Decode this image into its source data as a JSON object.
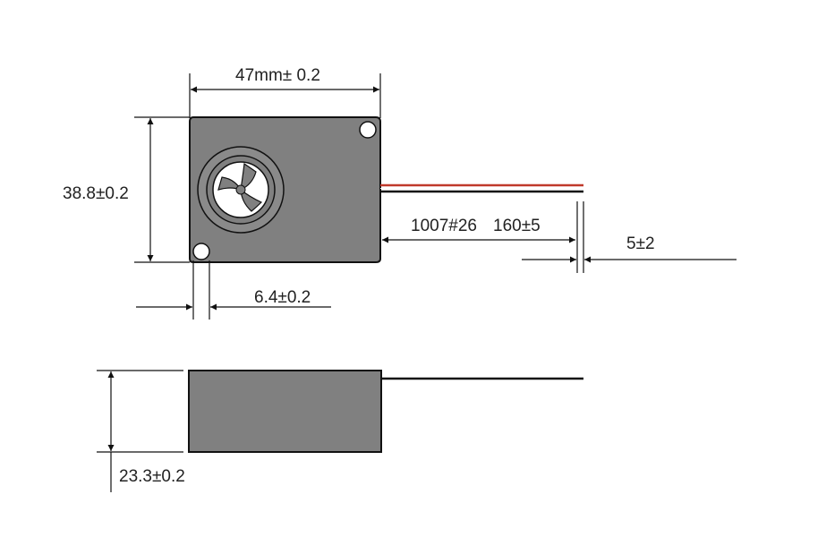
{
  "dimensions": {
    "width_label": "47mm± 0.2",
    "height_label": "38.8±0.2",
    "hole_offset_label": "6.4±0.2",
    "wire_spec_label": "1007#26",
    "wire_length_label": "160±5",
    "wire_strip_label": "5±2",
    "depth_label": "23.3±0.2"
  },
  "colors": {
    "body_fill": "#808080",
    "line": "#111111",
    "wire_red": "#c0392b",
    "wire_black": "#111111"
  }
}
